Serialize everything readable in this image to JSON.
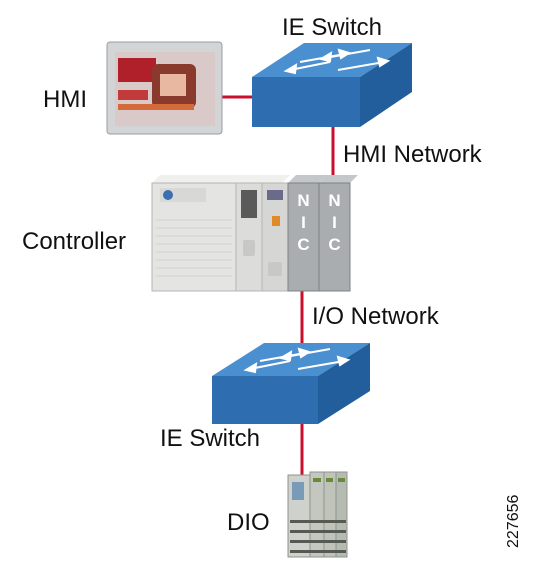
{
  "labels": {
    "ie_switch_top": "IE Switch",
    "hmi": "HMI",
    "hmi_network": "HMI Network",
    "controller": "Controller",
    "io_network": "I/O Network",
    "ie_switch_bottom": "IE Switch",
    "dio": "DIO",
    "figure_id": "227656"
  },
  "nic_letters": [
    "N",
    "I",
    "C"
  ],
  "colors": {
    "switch_top": "#3f86c6",
    "switch_side": "#2563a3",
    "switch_front": "#1f5c9c",
    "link": "#c8102e",
    "controller_body": "#e6e6e4",
    "nic_card": "#a8acae",
    "text": "#111111"
  }
}
